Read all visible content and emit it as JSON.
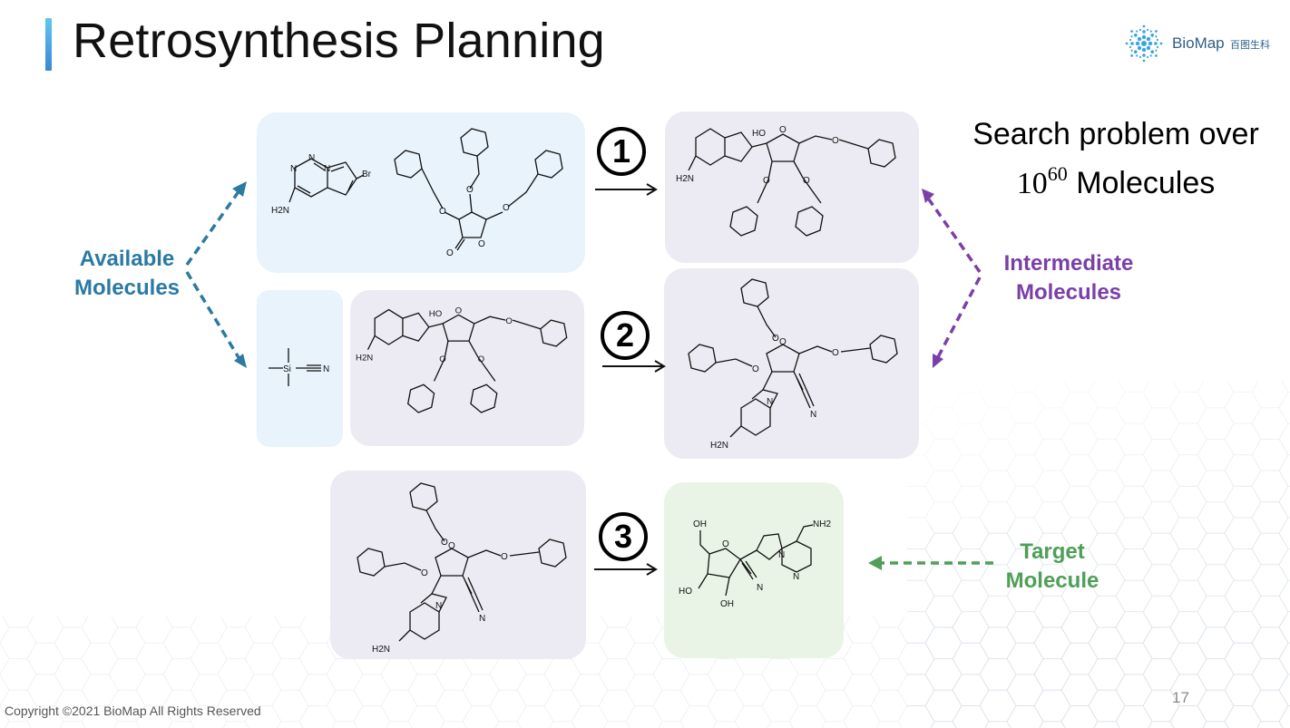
{
  "slide": {
    "title": "Retrosynthesis Planning",
    "logo": {
      "name": "BioMap",
      "chinese_name": "百图生科",
      "icon": "snowflake-dots-icon"
    },
    "search_line1": "Search problem over",
    "search_base": "10",
    "search_exponent": "60",
    "search_suffix": "Molecules",
    "steps": [
      "1",
      "2",
      "3"
    ],
    "labels": {
      "available_line1": "Available",
      "available_line2": "Molecules",
      "intermediate_line1": "Intermediate",
      "intermediate_line2": "Molecules",
      "target_line1": "Target",
      "target_line2": "Molecule"
    },
    "atoms": {
      "h2n": "H2N",
      "nh2": "NH2",
      "br": "Br",
      "ho": "HO",
      "oh": "OH",
      "o": "O",
      "n": "N",
      "si": "Si"
    },
    "footer": "Copyright ©2021 BioMap All Rights Reserved",
    "page_number": "17",
    "colors": {
      "available": "#2a7aa2",
      "intermediate": "#7a3fa8",
      "target": "#4f9f57",
      "blue_panel": "#e8f3fb",
      "purple_panel": "#ecebf3",
      "green_panel": "#eaf4e6",
      "title_bar": "#3a9bde"
    }
  }
}
